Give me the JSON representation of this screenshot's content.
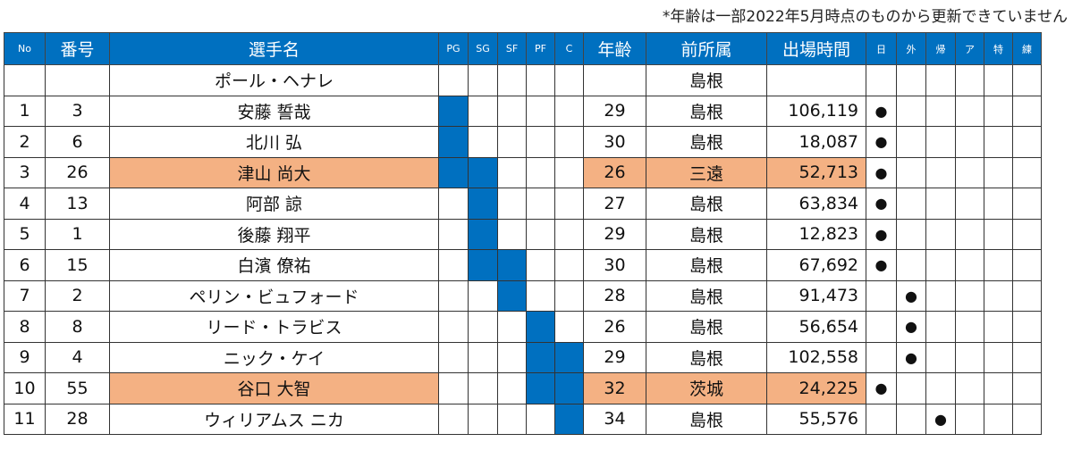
{
  "note": "*年齢は一部2022年5月時点のものから更新できていません",
  "headers": {
    "no": "No",
    "num": "番号",
    "name": "選手名",
    "pg": "PG",
    "sg": "SG",
    "sf": "SF",
    "pf": "PF",
    "c": "C",
    "age": "年齢",
    "team": "前所属",
    "time": "出場時間",
    "jp": "日",
    "foreign": "外",
    "returnee": "帰",
    "asia": "ア",
    "special": "特",
    "practice": "練"
  },
  "rows": [
    {
      "no": "",
      "num": "",
      "name": "ポール・ヘナレ",
      "age": "",
      "team": "島根",
      "time": "",
      "pos": [
        0,
        0,
        0,
        0,
        0
      ],
      "flags": [
        "",
        "",
        "",
        "",
        "",
        ""
      ],
      "highlight": false
    },
    {
      "no": "1",
      "num": "3",
      "name": "安藤 誓哉",
      "age": "29",
      "team": "島根",
      "time": "106,119",
      "pos": [
        1,
        0,
        0,
        0,
        0
      ],
      "flags": [
        "●",
        "",
        "",
        "",
        "",
        ""
      ],
      "highlight": false
    },
    {
      "no": "2",
      "num": "6",
      "name": "北川 弘",
      "age": "30",
      "team": "島根",
      "time": "18,087",
      "pos": [
        1,
        0,
        0,
        0,
        0
      ],
      "flags": [
        "●",
        "",
        "",
        "",
        "",
        ""
      ],
      "highlight": false
    },
    {
      "no": "3",
      "num": "26",
      "name": "津山 尚大",
      "age": "26",
      "team": "三遠",
      "time": "52,713",
      "pos": [
        1,
        1,
        0,
        0,
        0
      ],
      "flags": [
        "●",
        "",
        "",
        "",
        "",
        ""
      ],
      "highlight": true
    },
    {
      "no": "4",
      "num": "13",
      "name": "阿部 諒",
      "age": "27",
      "team": "島根",
      "time": "63,834",
      "pos": [
        0,
        1,
        0,
        0,
        0
      ],
      "flags": [
        "●",
        "",
        "",
        "",
        "",
        ""
      ],
      "highlight": false
    },
    {
      "no": "5",
      "num": "1",
      "name": "後藤 翔平",
      "age": "29",
      "team": "島根",
      "time": "12,823",
      "pos": [
        0,
        1,
        0,
        0,
        0
      ],
      "flags": [
        "●",
        "",
        "",
        "",
        "",
        ""
      ],
      "highlight": false
    },
    {
      "no": "6",
      "num": "15",
      "name": "白濱 僚祐",
      "age": "30",
      "team": "島根",
      "time": "67,692",
      "pos": [
        0,
        1,
        1,
        0,
        0
      ],
      "flags": [
        "●",
        "",
        "",
        "",
        "",
        ""
      ],
      "highlight": false
    },
    {
      "no": "7",
      "num": "2",
      "name": "ペリン・ビュフォード",
      "age": "28",
      "team": "島根",
      "time": "91,473",
      "pos": [
        0,
        0,
        1,
        0,
        0
      ],
      "flags": [
        "",
        "●",
        "",
        "",
        "",
        ""
      ],
      "highlight": false
    },
    {
      "no": "8",
      "num": "8",
      "name": "リード・トラビス",
      "age": "26",
      "team": "島根",
      "time": "56,654",
      "pos": [
        0,
        0,
        0,
        1,
        0
      ],
      "flags": [
        "",
        "●",
        "",
        "",
        "",
        ""
      ],
      "highlight": false
    },
    {
      "no": "9",
      "num": "4",
      "name": "ニック・ケイ",
      "age": "29",
      "team": "島根",
      "time": "102,558",
      "pos": [
        0,
        0,
        0,
        1,
        1
      ],
      "flags": [
        "",
        "●",
        "",
        "",
        "",
        ""
      ],
      "highlight": false
    },
    {
      "no": "10",
      "num": "55",
      "name": "谷口 大智",
      "age": "32",
      "team": "茨城",
      "time": "24,225",
      "pos": [
        0,
        0,
        0,
        1,
        1
      ],
      "flags": [
        "●",
        "",
        "",
        "",
        "",
        ""
      ],
      "highlight": true
    },
    {
      "no": "11",
      "num": "28",
      "name": "ウィリアムス ニカ",
      "age": "34",
      "team": "島根",
      "time": "55,576",
      "pos": [
        0,
        0,
        0,
        0,
        1
      ],
      "flags": [
        "",
        "",
        "●",
        "",
        "",
        ""
      ],
      "highlight": false
    }
  ],
  "colors": {
    "header_bg": "#0070c0",
    "position_fill": "#0070c0",
    "highlight": "#f4b183"
  }
}
